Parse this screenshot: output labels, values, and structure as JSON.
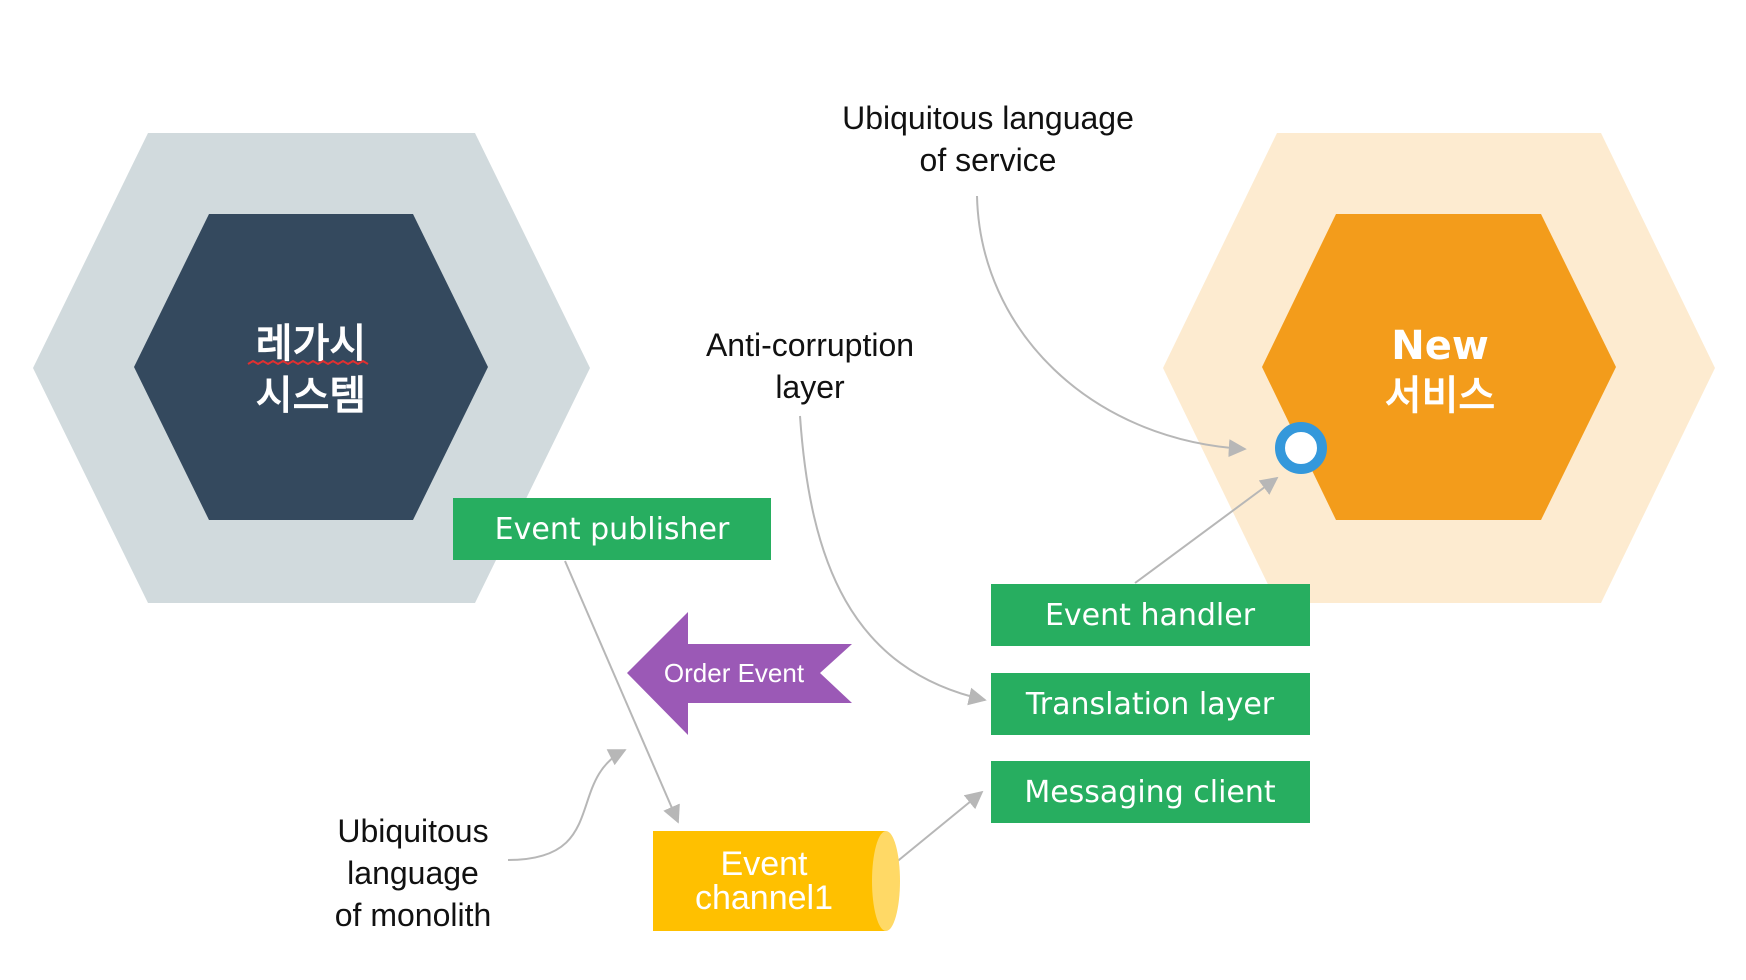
{
  "legacy": {
    "title_line1": "레가시",
    "title_line2": "시스템",
    "outer_color": "#d1dadd",
    "inner_color": "#34495e"
  },
  "service": {
    "title_line1": "New",
    "title_line2": "서비스",
    "outer_color": "#fdebd0",
    "inner_color": "#f39c1b",
    "port_color": "#3498db"
  },
  "boxes": {
    "event_publisher": "Event publisher",
    "event_handler": "Event handler",
    "translation_layer": "Translation layer",
    "messaging_client": "Messaging client",
    "box_color": "#27ae60"
  },
  "order_event": {
    "label": "Order Event",
    "color": "#9b59b6"
  },
  "event_channel": {
    "line1": "Event",
    "line2": "channel1",
    "color": "#ffc000",
    "end_color": "#ffd966"
  },
  "notes": {
    "service_language_line1": "Ubiquitous language",
    "service_language_line2": "of service",
    "anti_corruption_line1": "Anti-corruption",
    "anti_corruption_line2": "layer",
    "monolith_line1": "Ubiquitous",
    "monolith_line2": "language",
    "monolith_line3": "of monolith"
  }
}
